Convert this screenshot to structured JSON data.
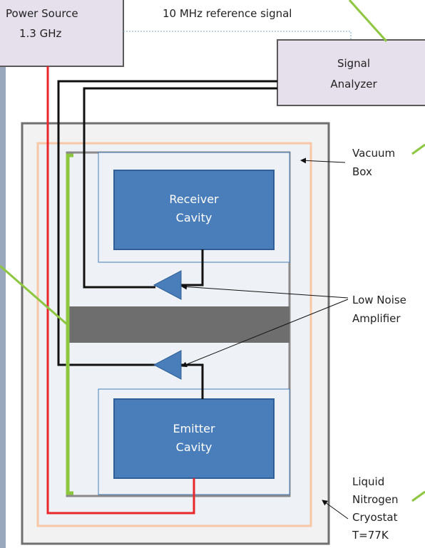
{
  "diagram": {
    "power_source": {
      "line1": "Power Source",
      "line2": "1.3 GHz"
    },
    "reference_signal": "10 MHz reference signal",
    "signal_analyzer": {
      "line1": "Signal",
      "line2": "Analyzer"
    },
    "vacuum_box": {
      "line1": "Vacuum",
      "line2": "Box"
    },
    "receiver_cavity": {
      "line1": "Receiver",
      "line2": "Cavity"
    },
    "emitter_cavity": {
      "line1": "Emitter",
      "line2": "Cavity"
    },
    "low_noise_amplifier": {
      "line1": "Low Noise",
      "line2": "Amplifier"
    },
    "cryostat": {
      "line1": "Liquid",
      "line2": "Nitrogen",
      "line3": "Cryostat",
      "line4": "T=77K"
    }
  },
  "colors": {
    "box_fill": "#e6e0ec",
    "box_stroke": "#5a5a5a",
    "cavity_fill": "#4a7ebb",
    "cavity_stroke": "#2f5f96",
    "red_cable": "#e8262b",
    "green_line": "#8dc63f",
    "orange_frame": "#f8c7a5",
    "dark_band": "#6e6e6e",
    "left_strip": "#9aa8be"
  }
}
